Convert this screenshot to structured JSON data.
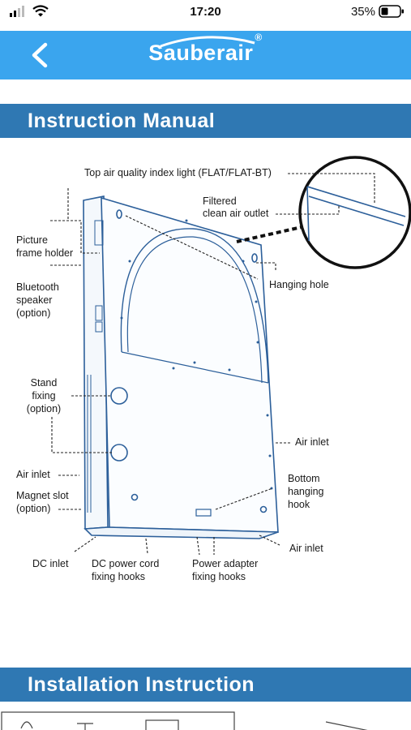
{
  "status_bar": {
    "time": "17:20",
    "battery_percent": "35%"
  },
  "header": {
    "brand": "Sauberair",
    "trademark": "®"
  },
  "sections": {
    "instruction_manual": "Instruction Manual",
    "installation_instruction": "Installation Instruction"
  },
  "diagram": {
    "top_light": "Top air quality index light  (FLAT/FLAT-BT)",
    "filtered_outlet_1": "Filtered",
    "filtered_outlet_2": "clean air outlet",
    "picture_frame_1": "Picture",
    "picture_frame_2": "frame holder",
    "bluetooth_1": "Bluetooth",
    "bluetooth_2": "speaker",
    "bluetooth_3": "(option)",
    "hanging_hole": "Hanging hole",
    "stand_1": "Stand",
    "stand_2": "fixing",
    "stand_3": "(option)",
    "air_inlet_right": "Air inlet",
    "air_inlet_left": "Air inlet",
    "bottom_hook_1": "Bottom",
    "bottom_hook_2": "hanging",
    "bottom_hook_3": "hook",
    "magnet_1": "Magnet slot",
    "magnet_2": "(option)",
    "air_inlet_bottom": "Air inlet",
    "dc_inlet": "DC inlet",
    "dc_cord_1": "DC power cord",
    "dc_cord_2": "fixing hooks",
    "adapter_1": "Power adapter",
    "adapter_2": "fixing hooks"
  }
}
